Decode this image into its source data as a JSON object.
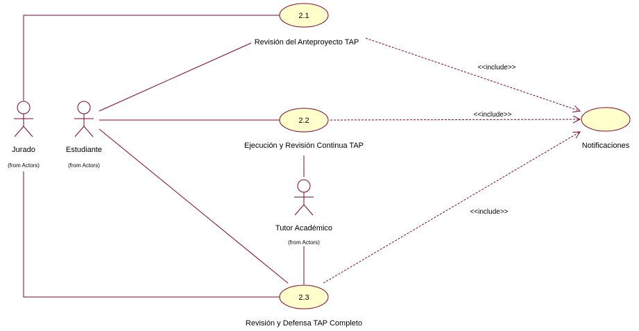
{
  "colors": {
    "line": "#80002a",
    "usecase_fill": "#ffffcc",
    "usecase_stroke": "#80002a",
    "actor_stroke": "#80002a",
    "text": "#000000",
    "background": "#ffffff"
  },
  "actors": {
    "jurado": {
      "name": "Jurado",
      "from": "(from Actors)"
    },
    "estudiante": {
      "name": "Estudiante",
      "from": "(from Actors)"
    },
    "tutor": {
      "name": "Tutor Académico",
      "from": "(from Actors)"
    }
  },
  "usecases": {
    "uc21": {
      "number": "2.1",
      "name": "Revisión del Anteproyecto TAP"
    },
    "uc22": {
      "number": "2.2",
      "name": "Ejecución y Revisión Continua TAP"
    },
    "uc23": {
      "number": "2.3",
      "name": "Revisión y Defensa TAP Completo"
    },
    "notif": {
      "number": "",
      "name": "Notificaciones"
    }
  },
  "include_labels": {
    "a": "<<include>>",
    "b": "<<include>>",
    "c": "<<include>>"
  }
}
